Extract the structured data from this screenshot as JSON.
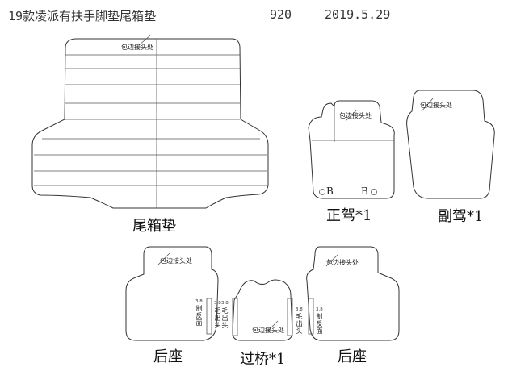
{
  "header": {
    "title": "19款凌派有扶手脚垫尾箱垫",
    "code": "920",
    "date": "2019.5.29"
  },
  "pieces": {
    "trunk": {
      "label": "尾箱垫"
    },
    "driver": {
      "label": "正驾*1"
    },
    "passenger": {
      "label": "副驾*1"
    },
    "rear_left": {
      "label": "后座"
    },
    "bridge": {
      "label": "过桥*1"
    },
    "rear_right": {
      "label": "后座"
    }
  },
  "notes": {
    "edge_join": "包边接头处",
    "b_mark": "B",
    "size": "3.8",
    "reverse_side": "制反面",
    "fur_out": "毛出头"
  }
}
